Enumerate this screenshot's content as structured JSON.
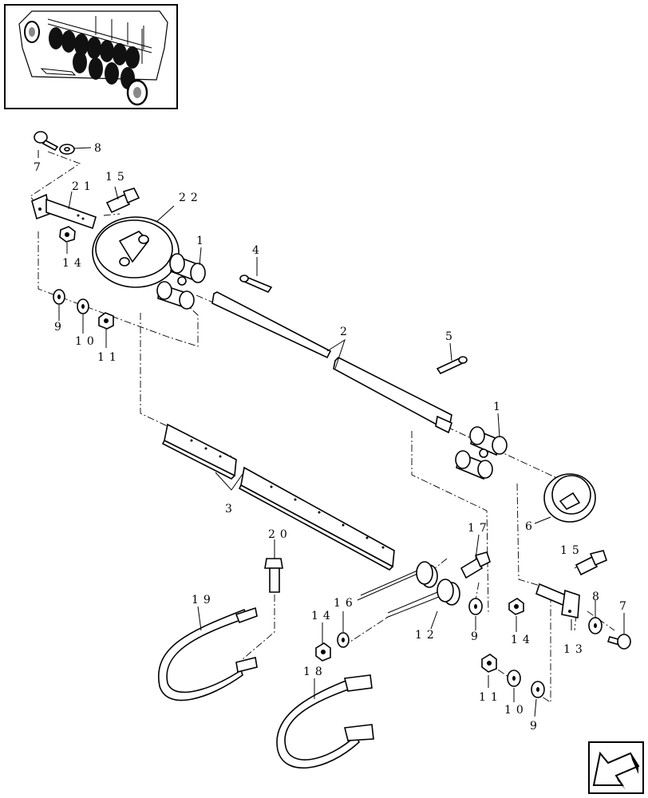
{
  "diagram": {
    "callouts": {
      "c1a": "1",
      "c1b": "1",
      "c2": "2",
      "c3": "3",
      "c4": "4",
      "c5": "5",
      "c6": "6",
      "c7a": "7",
      "c7b": "7",
      "c8a": "8",
      "c8b": "8",
      "c9a": "9",
      "c9b": "9",
      "c9c": "9",
      "c10a": "10",
      "c10b": "10",
      "c11a": "11",
      "c11b": "11",
      "c12": "12",
      "c13": "13",
      "c14a": "14",
      "c14b": "14",
      "c14c": "14",
      "c15a": "15",
      "c15b": "15",
      "c16": "16",
      "c17": "17",
      "c18": "18",
      "c19": "19",
      "c20": "20",
      "c21": "21",
      "c22": "22"
    }
  }
}
